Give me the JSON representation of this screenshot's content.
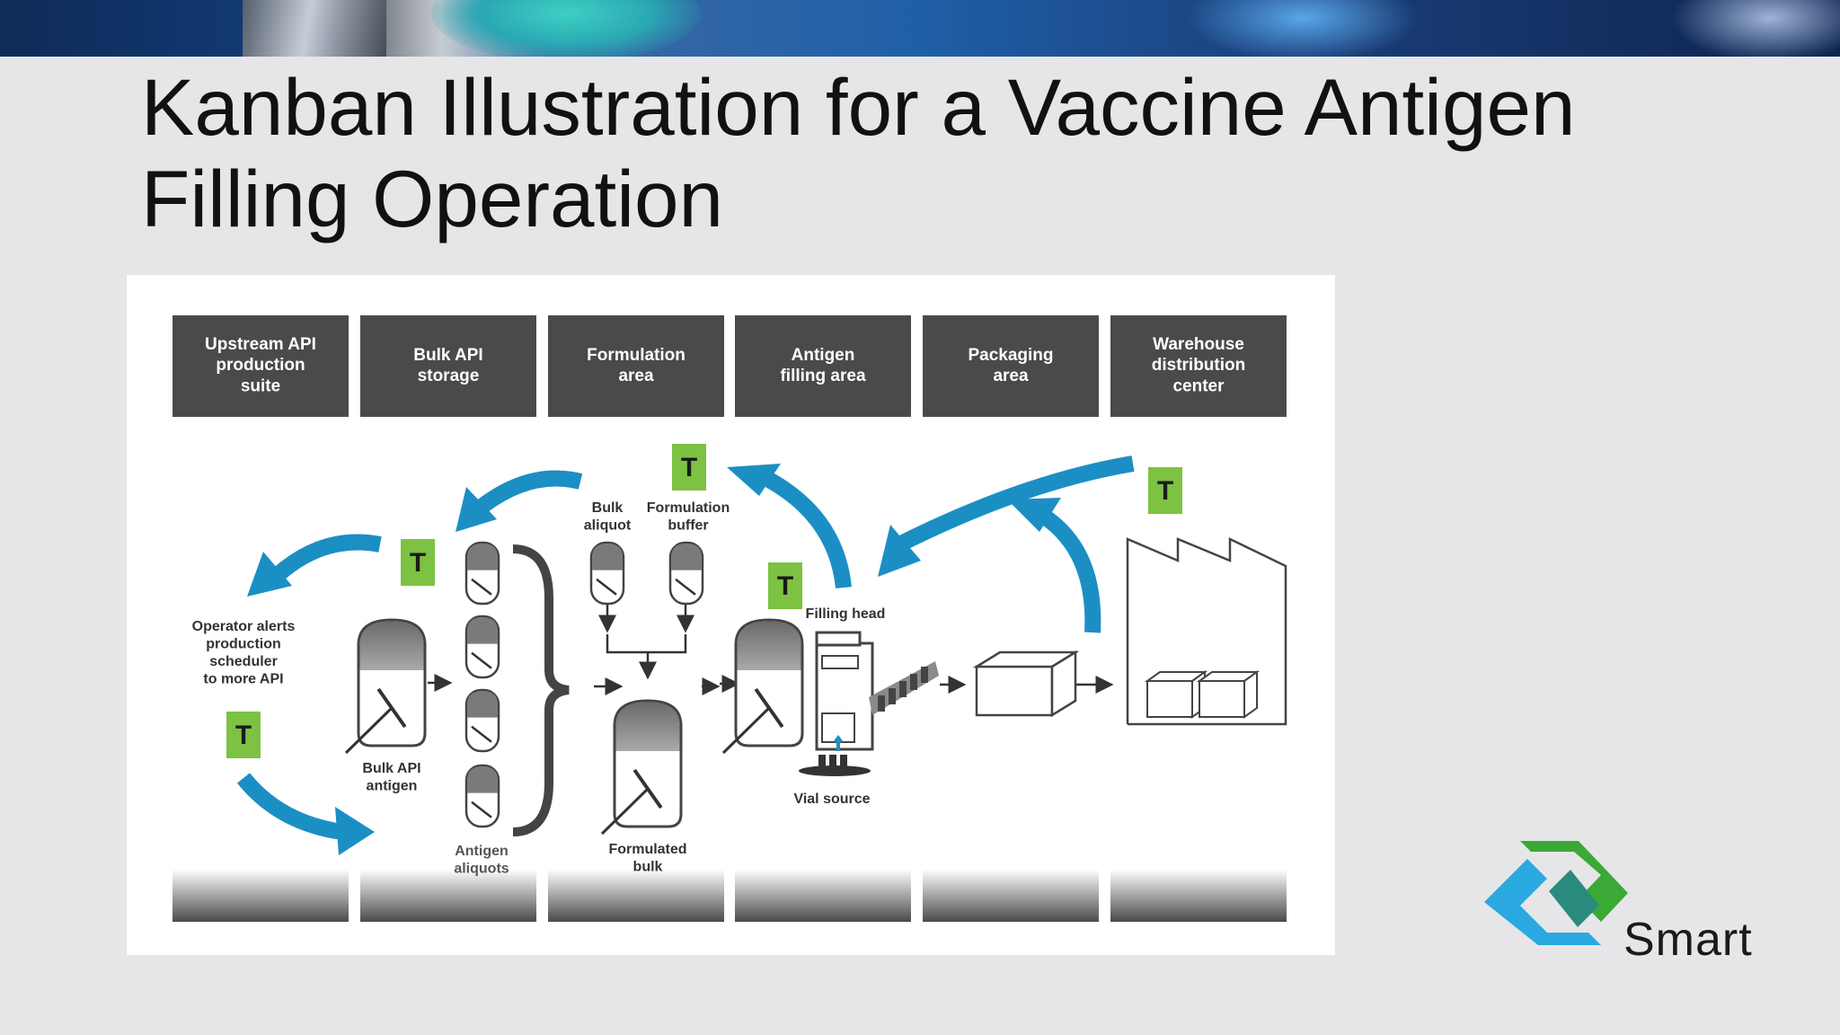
{
  "slide": {
    "title_line1": "Kanban Illustration for a Vaccine Antigen",
    "title_line2": "Filling Operation",
    "logo_text": "Smart"
  },
  "diagram": {
    "columns": [
      [
        "Upstream API",
        "production",
        "suite"
      ],
      [
        "Bulk API",
        "storage"
      ],
      [
        "Formulation",
        "area"
      ],
      [
        "Antigen",
        "filling area"
      ],
      [
        "Packaging",
        "area"
      ],
      [
        "Warehouse",
        "distribution",
        "center"
      ]
    ],
    "kanban_tag": "T",
    "labels": {
      "operator_alerts": [
        "Operator alerts",
        "production",
        "scheduler",
        "to more API"
      ],
      "bulk_api_antigen": [
        "Bulk API",
        "antigen"
      ],
      "antigen_aliquots": [
        "Antigen",
        "aliquots"
      ],
      "bulk_aliquot": [
        "Bulk",
        "aliquot"
      ],
      "formulation_buffer": [
        "Formulation",
        "buffer"
      ],
      "formulated_bulk": [
        "Formulated",
        "bulk"
      ],
      "filling_head": "Filling head",
      "vial_source": "Vial source"
    },
    "colors": {
      "header_bg": "#4a4a4a",
      "tag_green": "#7dc242",
      "arrow_blue": "#1b8fc4",
      "arrow_blue_dark": "#0f6e9c"
    }
  },
  "logo": {
    "colors": {
      "green": "#3aa935",
      "teal": "#2b8a7e",
      "blue": "#2aa9e0"
    }
  }
}
